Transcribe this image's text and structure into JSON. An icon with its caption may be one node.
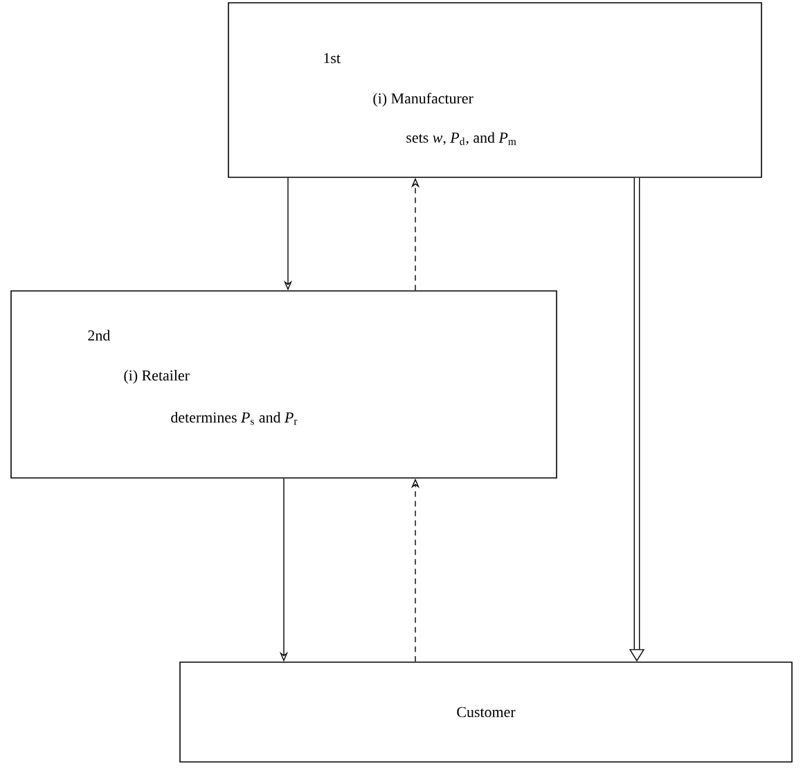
{
  "diagram": {
    "nodes": [
      {
        "text": [
          "1st",
          "(i) Manufacturer",
          "sets *w*, *P*$_{d}$, and *P*$_{m}$"
        ]
      },
      {
        "text": [
          "2nd",
          "(i) Retailer",
          "determines *P*$_{s}$ and *P*$_{r}$"
        ]
      },
      {
        "text": [
          "Customer"
        ]
      }
    ],
    "edges": [
      {
        "from": 0,
        "to": 1,
        "arrow": "to"
      },
      {
        "from": 1,
        "to": 0,
        "arrow": "to",
        "style": "dashed"
      },
      {
        "from": 0,
        "to": 2,
        "arrow": "to",
        "style": "thick"
      },
      {
        "from": 1,
        "to": 2,
        "arrow": "to"
      },
      {
        "from": 2,
        "to": 1,
        "arrow": "to",
        "style": "dashed"
      }
    ]
  }
}
